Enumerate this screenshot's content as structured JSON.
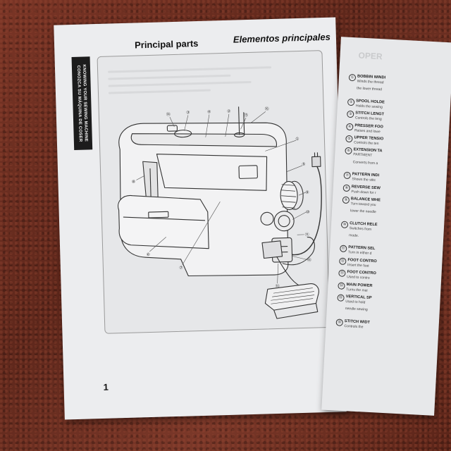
{
  "left_page": {
    "side_tab": {
      "line1": "KNOWING YOUR SEWING MACHINE",
      "line2": "CONOZCA SU MÁQUINA DE COSER"
    },
    "title_en": "Principal parts",
    "title_es": "Elementos principales",
    "page_number": "1",
    "diagram": {
      "callouts": [
        "①",
        "②",
        "③",
        "④",
        "⑤",
        "⑥",
        "⑦",
        "⑧",
        "⑨",
        "⑩",
        "⑪",
        "⑫",
        "⑬",
        "⑭",
        "⑮",
        "⑯"
      ]
    }
  },
  "right_page": {
    "heading": "OPER",
    "parts": [
      {
        "num": "①",
        "name": "BOBBIN WINDI",
        "desc": "Winds the thread"
      },
      {
        "num": "",
        "name": "",
        "desc": "the lower thread"
      },
      {
        "num": "②",
        "name": "SPOOL HOLDE",
        "desc": "Holds the sewing"
      },
      {
        "num": "③",
        "name": "STITCH LENGT",
        "desc": "Controls the leng"
      },
      {
        "num": "④",
        "name": "PRESSER FOO",
        "desc": "Raises and lowe"
      },
      {
        "num": "⑤",
        "name": "UPPER TENSIO",
        "desc": "Controls the ten"
      },
      {
        "num": "⑥",
        "name": "EXTENSION TA",
        "desc": "PARTMENT"
      },
      {
        "num": "",
        "name": "",
        "desc": "Converts from a"
      },
      {
        "num": "⑦",
        "name": "PATTERN INDI",
        "desc": "Shows the stitc"
      },
      {
        "num": "⑧",
        "name": "REVERSE SEW",
        "desc": "Push down for r"
      },
      {
        "num": "⑨",
        "name": "BALANCE WHE",
        "desc": "Turn toward you"
      },
      {
        "num": "",
        "name": "",
        "desc": "lower the needle"
      },
      {
        "num": "⑩",
        "name": "CLUTCH RELE",
        "desc": "Switches from"
      },
      {
        "num": "",
        "name": "",
        "desc": "mode."
      },
      {
        "num": "⑪",
        "name": "PATTERN SEL",
        "desc": "Turn in either d"
      },
      {
        "num": "⑫",
        "name": "FOOT CONTRO",
        "desc": "Insert the foot"
      },
      {
        "num": "⑬",
        "name": "FOOT CONTRO",
        "desc": "Used to contro"
      },
      {
        "num": "⑭",
        "name": "MAIN POWER",
        "desc": "Turns the mai"
      },
      {
        "num": "⑮",
        "name": "VERTICAL SP",
        "desc": "Used to hold"
      },
      {
        "num": "",
        "name": "",
        "desc": "needle sewing"
      },
      {
        "num": "⑯",
        "name": "STITCH WIDT",
        "desc": "Controls the"
      }
    ]
  },
  "colors": {
    "carpet": "#6e2f22",
    "paper": "#ecedef",
    "ink": "#111111",
    "side_tab": "#1c1c1c"
  }
}
